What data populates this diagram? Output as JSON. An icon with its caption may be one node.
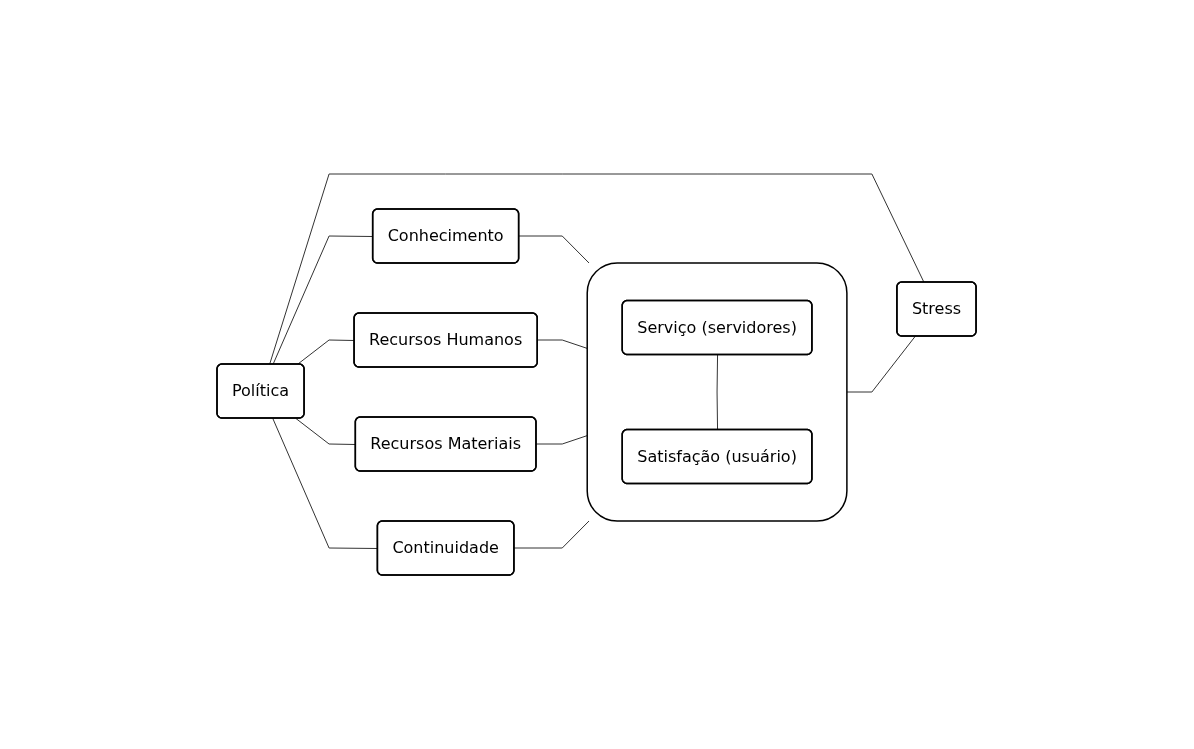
{
  "diagram": {
    "nodes": [
      {
        "text": [
          "Política"
        ]
      },
      {
        "text": [
          "Conhecimento"
        ]
      },
      {
        "text": [
          "Recursos Humanos"
        ]
      },
      {
        "text": [
          "Recursos Materiais"
        ]
      },
      {
        "text": [
          "Continuidade"
        ]
      },
      {
        "text": [],
        "shape": "box"
      },
      {
        "text": [
          "Serviço (servidores)"
        ],
        "in": 5
      },
      {
        "text": [
          "Satisfação (usuário)"
        ],
        "in": 5
      },
      {
        "text": [
          "Stress"
        ]
      }
    ],
    "edges": [
      {
        "from": 0,
        "to": 1,
        "arrow": "none"
      },
      {
        "from": 0,
        "to": 2,
        "arrow": "none"
      },
      {
        "from": 0,
        "to": 3,
        "arrow": "none"
      },
      {
        "from": 0,
        "to": 4,
        "arrow": "none"
      },
      {
        "from": 0,
        "to": 8,
        "arrow": "none"
      },
      {
        "from": 1,
        "to": 5,
        "arrow": "none"
      },
      {
        "from": 2,
        "to": 5,
        "arrow": "none"
      },
      {
        "from": 3,
        "to": 5,
        "arrow": "none"
      },
      {
        "from": 4,
        "to": 5,
        "arrow": "none"
      },
      {
        "from": 6,
        "to": 7,
        "arrow": "none"
      },
      {
        "from": 5,
        "to": 8,
        "arrow": "none"
      }
    ]
  }
}
